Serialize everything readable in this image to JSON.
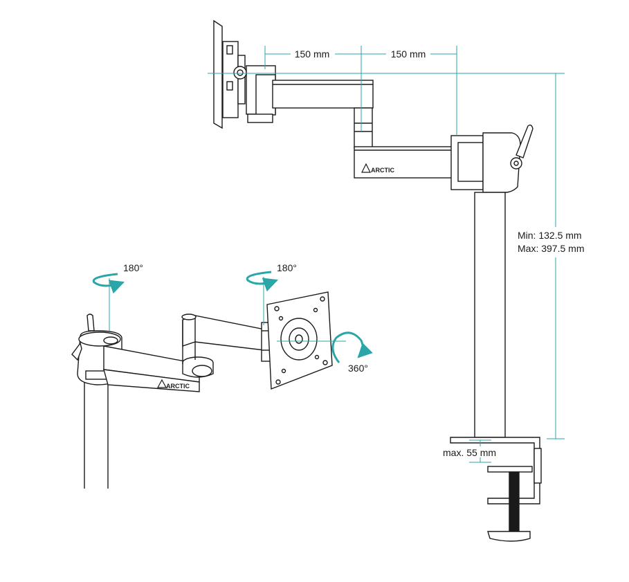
{
  "colors": {
    "accent": "#2aa6a8",
    "ink": "#1a1a1a",
    "background": "#ffffff"
  },
  "dimensions": {
    "arm_segment_1": "150 mm",
    "arm_segment_2": "150 mm",
    "height_min": "Min: 132.5 mm",
    "height_max": "Max: 397.5 mm",
    "clamp_max": "max. 55 mm"
  },
  "rotations": {
    "base_swivel": "180°",
    "head_swivel": "180°",
    "plate_rotation": "360°"
  },
  "branding": {
    "logo_top": "ARCTIC",
    "logo_bottom": "ARCTIC"
  }
}
